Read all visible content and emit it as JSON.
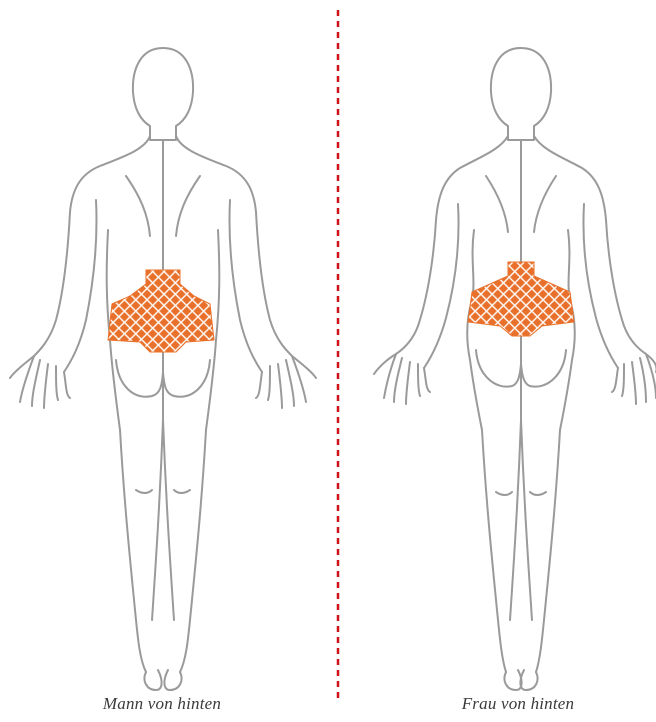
{
  "captions": {
    "male": "Mann von hinten",
    "female": "Frau von hinten"
  },
  "colors": {
    "outline": "#9a9a9a",
    "divider": "#d0121b",
    "highlight": "#e8702a",
    "background": "#ffffff"
  },
  "figures": [
    {
      "id": "male",
      "highlighted_region": "lower-back"
    },
    {
      "id": "female",
      "highlighted_region": "lower-back"
    }
  ]
}
